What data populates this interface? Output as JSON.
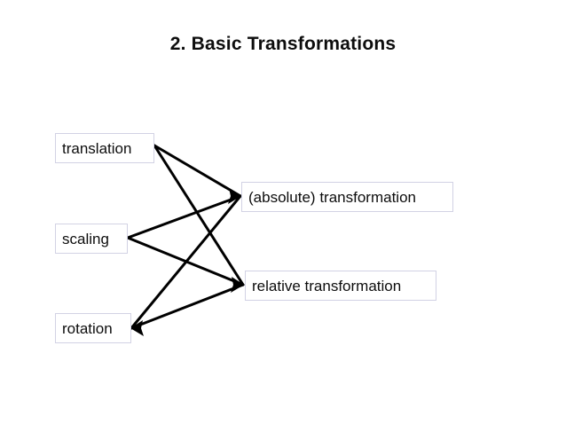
{
  "slide": {
    "title": "2. Basic Transformations",
    "background_color": "#ffffff",
    "text_color": "#0d0d0d",
    "box_border_color": "#d2d2e4",
    "edge_color": "#000000"
  },
  "diagram": {
    "type": "bipartite-mapping",
    "left_nodes": [
      {
        "id": "translation",
        "label": "translation"
      },
      {
        "id": "scaling",
        "label": "scaling"
      },
      {
        "id": "rotation",
        "label": "rotation"
      }
    ],
    "right_nodes": [
      {
        "id": "absolute",
        "label": "(absolute) transformation"
      },
      {
        "id": "relative",
        "label": "relative transformation"
      }
    ],
    "edges": [
      {
        "from": "translation",
        "to": "absolute"
      },
      {
        "from": "translation",
        "to": "relative"
      },
      {
        "from": "scaling",
        "to": "absolute"
      },
      {
        "from": "scaling",
        "to": "relative"
      },
      {
        "from": "rotation",
        "to": "absolute"
      },
      {
        "from": "rotation",
        "to": "relative"
      }
    ]
  }
}
